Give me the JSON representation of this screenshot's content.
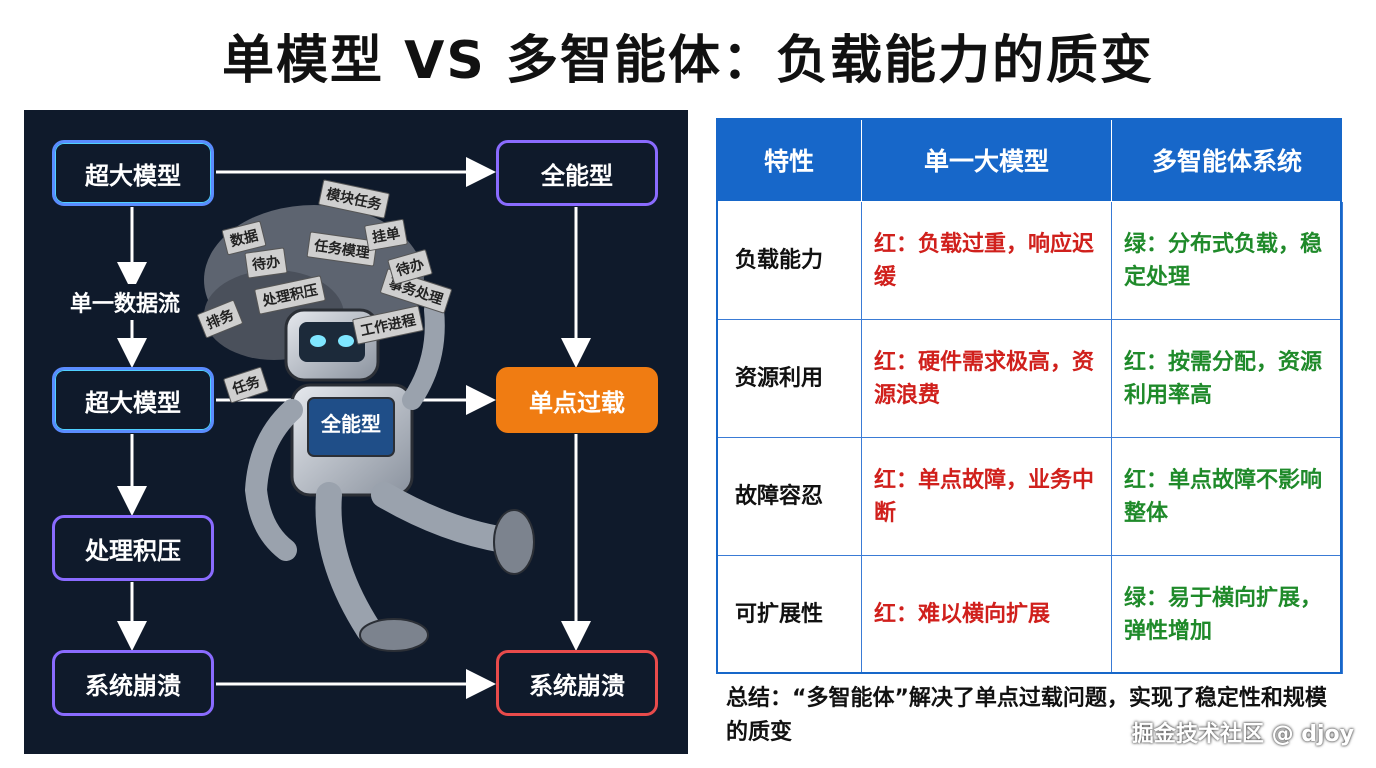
{
  "title": "单模型 VS 多智能体：负载能力的质变",
  "flowchart": {
    "nodes": {
      "big_model_top": "超大模型",
      "big_model_mid": "超大模型",
      "backlog": "处理积压",
      "crash_left": "系统崩溃",
      "all_capable": "全能型",
      "overload": "单点过载",
      "crash_right": "系统崩溃"
    },
    "edge_label_single_stream": "单一数据流",
    "robot": {
      "chest_label": "全能型",
      "task_tags": [
        "数据",
        "模块任务",
        "任务模理",
        "挂单",
        "待办",
        "处理积压",
        "工作进程",
        "任务",
        "排务",
        "事务处理",
        "待办"
      ]
    }
  },
  "table": {
    "headers": [
      "特性",
      "单一大模型",
      "多智能体系统"
    ],
    "rows": [
      {
        "feature": "负载能力",
        "single": "红：负载过重，响应迟缓",
        "multi": "绿：分布式负载，稳定处理"
      },
      {
        "feature": "资源利用",
        "single": "红：硬件需求极高，资源浪费",
        "multi": "红：按需分配，资源利用率高"
      },
      {
        "feature": "故障容忍",
        "single": "红：单点故障，业务中断",
        "multi": "红：单点故障不影响整体"
      },
      {
        "feature": "可扩展性",
        "single": "红：难以横向扩展",
        "multi": "绿：易于横向扩展，弹性增加"
      }
    ]
  },
  "summary": "总结：“多智能体”解决了单点过载问题，实现了稳定性和规模的质变",
  "watermark": "掘金技术社区 @ djoy",
  "colors": {
    "panel_bg": "#0f1a2b",
    "overload_orange": "#f07c12",
    "table_header_blue": "#1767c9",
    "text_red": "#d0201c",
    "text_green": "#1f8a2a"
  }
}
